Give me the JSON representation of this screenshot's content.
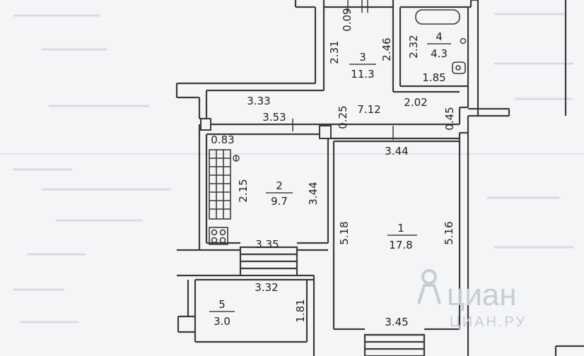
{
  "rooms": [
    {
      "number": "1",
      "area": "17.8"
    },
    {
      "number": "2",
      "area": "9.7"
    },
    {
      "number": "3",
      "area": "11.3"
    },
    {
      "number": "4",
      "area": "4.3"
    },
    {
      "number": "5",
      "area": "3.0"
    }
  ],
  "dimensions": [
    "0.09",
    "2.31",
    "2.46",
    "2.32",
    "1.85",
    "3.33",
    "3.53",
    "0.25",
    "7.12",
    "2.02",
    "0.45",
    "0.83",
    "3.44",
    "2.15",
    "3.44",
    "5.18",
    "5.16",
    "3.35",
    "3.32",
    "1.81",
    "3.45"
  ],
  "watermark": {
    "brand": "циан",
    "sub": "ЦИАН.РУ"
  },
  "colors": {
    "wall": "#3a3a3a",
    "paper": "#f3f4f6",
    "watermark": "#c9ccd2"
  }
}
